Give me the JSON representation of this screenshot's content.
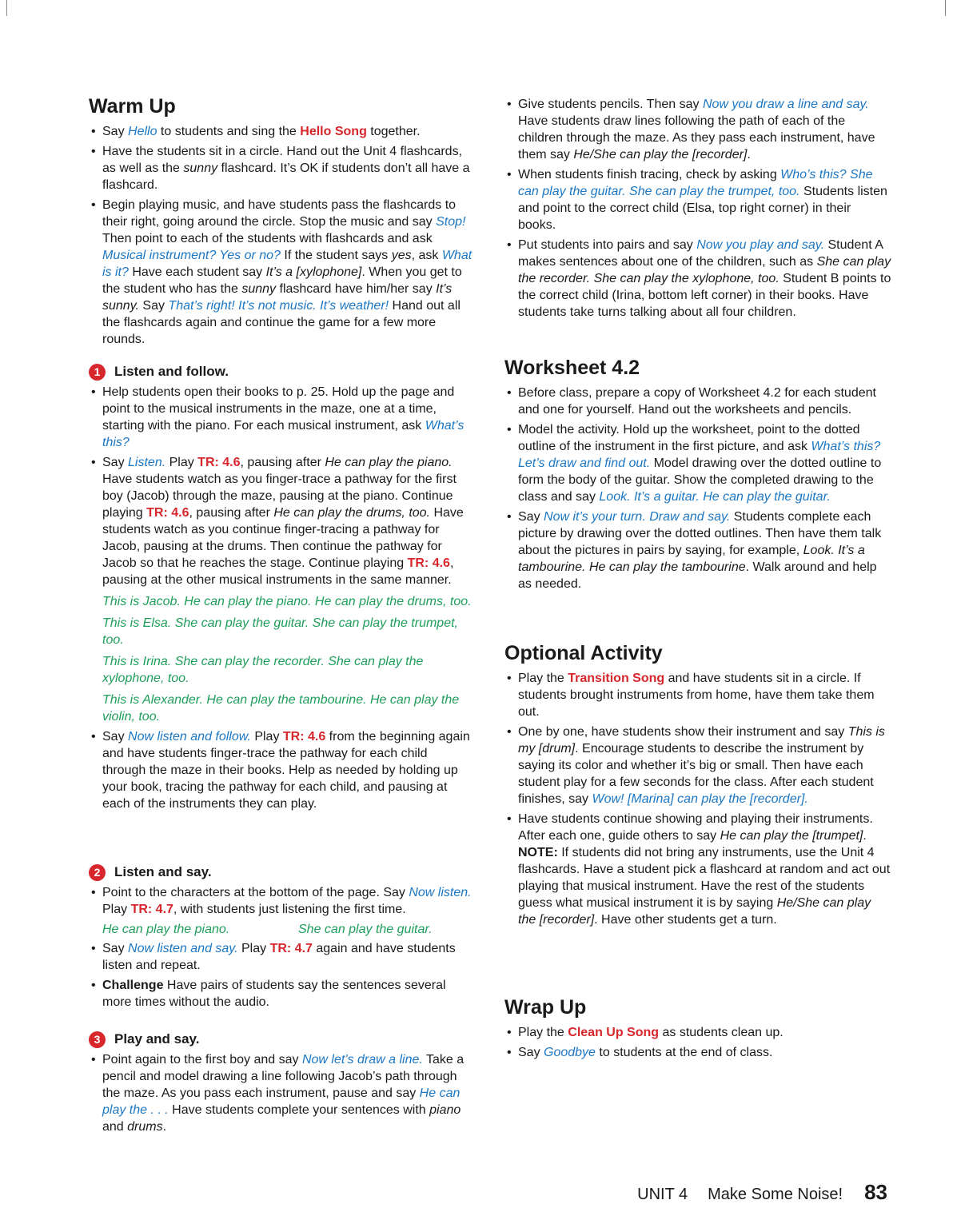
{
  "left": {
    "warm_up": {
      "heading": "Warm Up",
      "b1": [
        "Say ",
        "Hello",
        " to students and sing the ",
        "Hello Song",
        " together."
      ],
      "b2": [
        "Have the students sit in a circle. Hand out the Unit 4 flashcards, as well as the ",
        "sunny",
        " flashcard. It’s OK if students don’t all have a flashcard."
      ],
      "b3": [
        "Begin playing music, and have students pass the flashcards to their right, going around the circle. Stop the music and say ",
        "Stop!",
        " Then point to each of the students with flashcards and ask ",
        "Musical instrument? Yes or no?",
        " If the student says ",
        "yes",
        ", ask ",
        "What is it?",
        " Have each student say ",
        "It’s a [xylophone]",
        ". When you get to the student who has the ",
        "sunny",
        " flashcard have him/her say ",
        "It’s sunny.",
        " Say ",
        "That’s right! It’s not music. It’s weather!",
        " Hand out all the flashcards again and continue the game for a few more rounds."
      ]
    },
    "act1": {
      "num": "1",
      "title": "Listen and follow.",
      "b1": "Help students open their books to p. 25. Hold up the page and point to the musical instruments in the maze, one at a time, starting with the piano. For each musical instrument, ask ",
      "b1_blue": "What’s this?",
      "b2": [
        "Say ",
        "Listen.",
        " Play ",
        "TR: 4.6",
        ", pausing after ",
        "He can play the piano.",
        " Have students watch as you finger-trace a pathway for the first boy (Jacob) through the maze, pausing at the piano. Continue playing ",
        "TR: 4.6",
        ", pausing after ",
        "He can play the drums, too.",
        " Have students watch as you continue finger-tracing a pathway for Jacob, pausing at the drums. Then continue the pathway for Jacob so that he reaches the stage. Continue playing ",
        "TR: 4.6",
        ", pausing at the other musical instruments in the same manner."
      ],
      "lines": [
        "This is Jacob. He can play the piano. He can play the drums, too.",
        "This is Elsa. She can play the guitar. She can play the trumpet, too.",
        "This is Irina. She can play the recorder. She can play the xylophone, too.",
        "This is Alexander. He can play the tambourine. He can play the violin, too."
      ],
      "b3": [
        "Say ",
        "Now listen and follow.",
        " Play ",
        "TR: 4.6",
        " from the beginning again and have students finger-trace the pathway for each child through the maze in their books. Help as needed by holding up your book, tracing the pathway for each child, and pausing at each of the instruments they can play."
      ]
    },
    "act2": {
      "num": "2",
      "title": "Listen and say.",
      "b1": [
        "Point to the characters at the bottom of the page. Say ",
        "Now listen.",
        " Play ",
        "TR: 4.7",
        ", with students just listening the first time."
      ],
      "pair": [
        "He can play the piano.",
        "She can play the guitar."
      ],
      "b2": [
        "Say ",
        "Now listen and say.",
        " Play ",
        "TR: 4.7",
        " again and have students listen and repeat."
      ],
      "b3": [
        "Challenge",
        " Have pairs of students say the sentences several more times without the audio."
      ]
    },
    "act3": {
      "num": "3",
      "title": "Play and say.",
      "b1": [
        "Point again to the first boy and say ",
        "Now let’s draw a line.",
        " Take a pencil and model drawing a line following Jacob’s path through the maze. As you pass each instrument, pause and say ",
        "He can play the . . .",
        " Have students complete your sentences with ",
        "piano",
        " and ",
        "drums",
        "."
      ]
    }
  },
  "right": {
    "cont": {
      "b1": [
        "Give students pencils. Then say ",
        "Now you draw a line and say.",
        " Have students draw lines following the path of each of the children through the maze. As they pass each instrument, have them say ",
        "He/She can play the [recorder]",
        "."
      ],
      "b2": [
        "When students finish tracing, check by asking ",
        "Who’s this? She can play the guitar. She can play the trumpet, too.",
        " Students listen and point to the correct child (Elsa, top right corner) in their books."
      ],
      "b3": [
        "Put students into pairs and say ",
        "Now you play and say.",
        " Student A makes sentences about one of the children, such as ",
        "She can play the recorder. She can play the xylophone, too.",
        " Student B points to the correct child (Irina, bottom left corner) in their books. Have students take turns talking about all four children."
      ]
    },
    "worksheet": {
      "heading": "Worksheet 4.2",
      "b1": "Before class, prepare a copy of Worksheet 4.2 for each student and one for yourself. Hand out the worksheets and pencils.",
      "b2": [
        "Model the activity. Hold up the worksheet, point to the dotted outline of the instrument in the first picture, and ask ",
        "What’s this? Let’s draw and find out.",
        " Model drawing over the dotted outline to form the body of the guitar. Show the completed drawing to the class and say ",
        "Look. It’s a guitar. He can play the guitar."
      ],
      "b3": [
        "Say ",
        "Now it’s your turn. Draw and say.",
        " Students complete each picture by drawing over the dotted outlines. Then have them talk about the pictures in pairs by saying, for example, ",
        "Look. It’s a tambourine. He can play the tambourine",
        ". Walk around and help as needed."
      ]
    },
    "optional": {
      "heading": "Optional Activity",
      "b1": [
        "Play the ",
        "Transition Song",
        " and have students sit in a circle. If students brought instruments from home, have them take them out."
      ],
      "b2": [
        "One by one, have students show their instrument and say ",
        "This is my [drum]",
        ". Encourage students to describe the instrument by saying its color and whether it’s big or small. Then have each student play for a few seconds for the class. After each student finishes, say ",
        "Wow! [Marina] can play the [recorder]."
      ],
      "b3": [
        "Have students continue showing and playing their instruments. After each one, guide others to say ",
        "He can play the [trumpet]",
        "."
      ],
      "note": [
        "NOTE:",
        " If students did not bring any instruments, use the Unit 4 flashcards. Have a student pick a flashcard at random and act out playing that musical instrument. Have the rest of the students guess what musical instrument it is by saying ",
        "He/She can play the [recorder]",
        ". Have other students get a turn."
      ]
    },
    "wrap": {
      "heading": "Wrap Up",
      "b1": [
        "Play the ",
        "Clean Up Song",
        " as students clean up."
      ],
      "b2": [
        "Say ",
        "Goodbye",
        " to students at the end of class."
      ]
    }
  },
  "footer": {
    "unit": "UNIT 4",
    "title": "Make Some Noise!",
    "page": "83"
  }
}
